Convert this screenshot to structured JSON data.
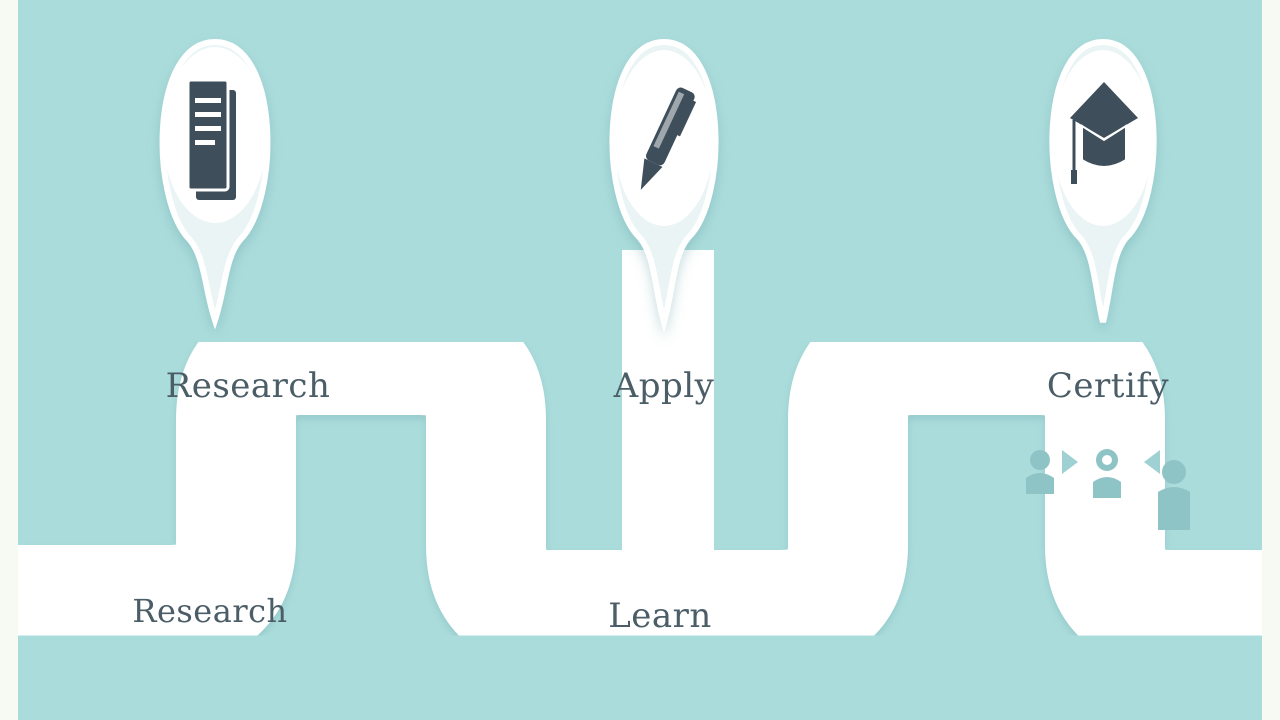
{
  "colors": {
    "background": "#abdcdc",
    "frame": "#f7f9f3",
    "path": "#ffffff",
    "icon": "#3e4f5b",
    "text": "#4b5d66",
    "people": "#9fd0d3"
  },
  "milestones": [
    {
      "label": "Research",
      "icon": "document-icon"
    },
    {
      "label": "Apply",
      "icon": "pen-icon"
    },
    {
      "label": "Certify",
      "icon": "graduation-cap-icon"
    }
  ],
  "path_labels": [
    {
      "label": "Research"
    },
    {
      "label": "Learn"
    }
  ],
  "people_icons": [
    "person-icon",
    "person-icon",
    "person-icon"
  ]
}
